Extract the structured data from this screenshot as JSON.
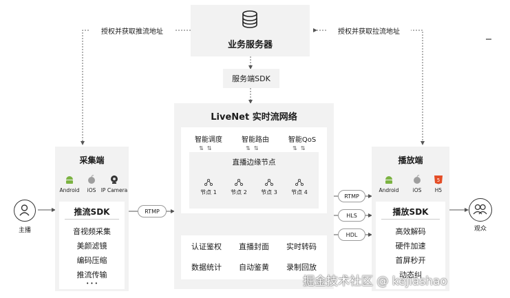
{
  "server": {
    "title": "业务服务器"
  },
  "server_sdk": {
    "label": "服务端SDK"
  },
  "auth_push": {
    "label": "授权并获取推流地址"
  },
  "auth_pull": {
    "label": "授权并获取拉流地址"
  },
  "livenet": {
    "title": "LiveNet 实时流网络",
    "smart": [
      "智能调度",
      "智能路由",
      "智能QoS"
    ],
    "edge_title": "直播边缘节点",
    "nodes": [
      "节点 1",
      "节点 2",
      "节点 3",
      "节点 4"
    ],
    "features": [
      "认证鉴权",
      "直播封面",
      "实时转码",
      "数据统计",
      "自动鉴黄",
      "录制回放"
    ]
  },
  "collector": {
    "title": "采集端",
    "platforms": [
      "Android",
      "iOS",
      "IP Camera"
    ],
    "sdk_title": "推流SDK",
    "items": [
      "音视频采集",
      "美颜滤镜",
      "编码压缩",
      "推流传输"
    ],
    "more": "• • •"
  },
  "player": {
    "title": "播放端",
    "platforms": [
      "Android",
      "iOS",
      "H5"
    ],
    "sdk_title": "播放SDK",
    "items": [
      "高效解码",
      "硬件加速",
      "首屏秒开",
      "动态纠"
    ]
  },
  "protocols": {
    "push": "RTMP",
    "pull": [
      "RTMP",
      "HLS",
      "HDL"
    ]
  },
  "anchor": {
    "label": "主播"
  },
  "audience": {
    "label": "观众"
  },
  "watermark": "掘金技术社区 @ kejiashao",
  "icons": {
    "android": "android-icon",
    "ios": "apple-icon",
    "camera": "camera-icon",
    "h5": "html5-icon",
    "server": "database-icon",
    "user": "user-icon",
    "users": "users-icon",
    "node": "node-icon"
  },
  "colors": {
    "panel": "#f2f2f2",
    "line": "#555555",
    "html5": "#e44d26"
  }
}
